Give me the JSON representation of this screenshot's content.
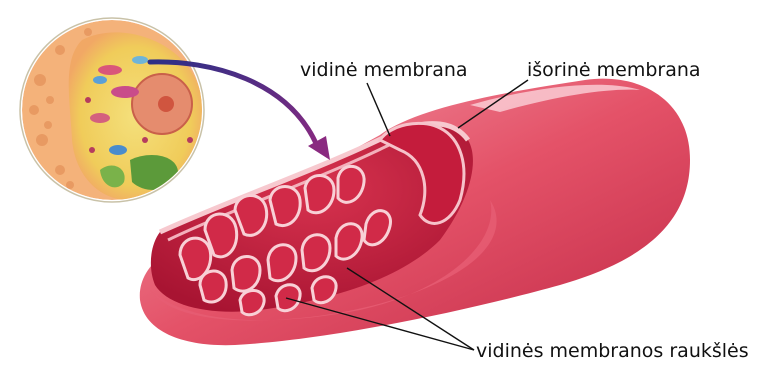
{
  "labels": {
    "inner_membrane": "vidinė membrana",
    "outer_membrane": "išorinė membrana",
    "cristae": "vidinės membranos raukšlės"
  },
  "colors": {
    "mitochondrion_outer": "#e0465f",
    "mitochondrion_inner": "#c21d3b",
    "membrane_edge": "#f7c9cf",
    "cell_cytoplasm": "#f0dc6a",
    "cell_wall": "#f3b578",
    "arrow": "#7a2a86"
  },
  "icons": {
    "cell_inset": "cell-illustration",
    "pointer": "curved-arrow"
  }
}
